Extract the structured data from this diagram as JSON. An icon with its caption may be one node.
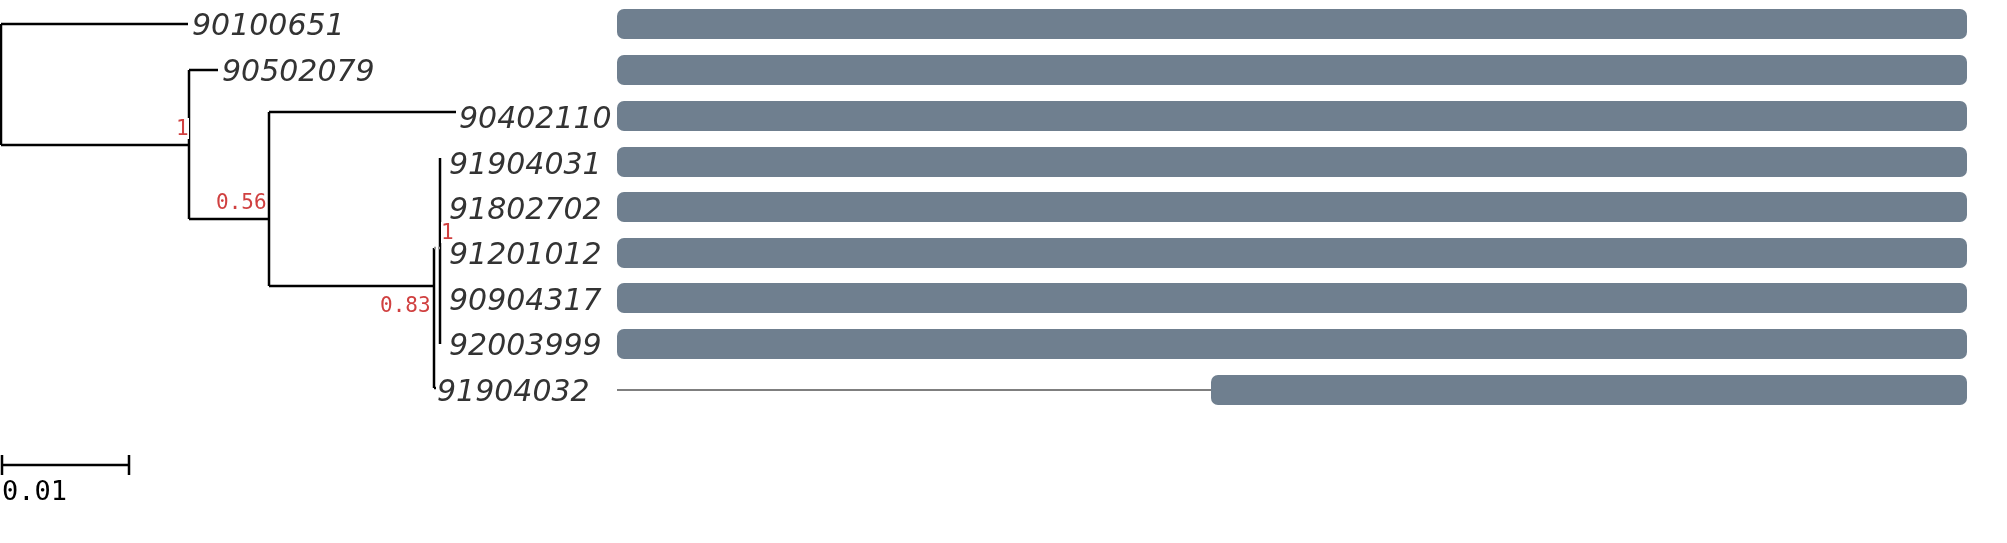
{
  "diagram": {
    "labels": [
      "90100651",
      "90502079",
      "90402110",
      "1",
      "91904031",
      "0.56",
      "91802702",
      "1",
      "91201012",
      "90904317",
      "0.83",
      "92003999",
      "91904032",
      "0.01"
    ]
  }
}
